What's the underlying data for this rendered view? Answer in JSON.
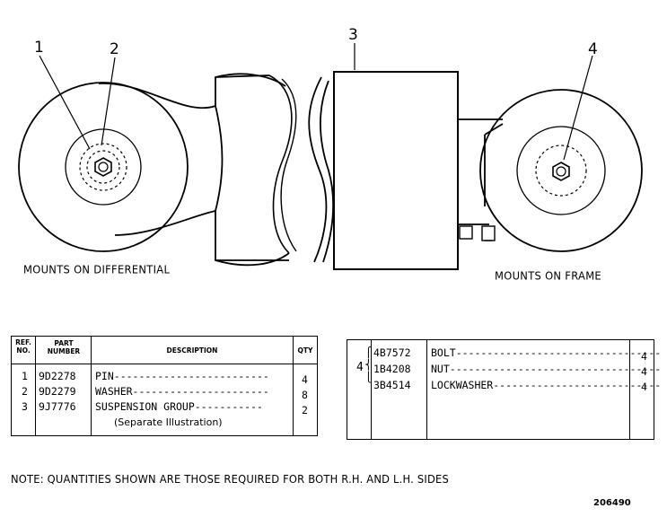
{
  "callouts": [
    "1",
    "2",
    "3",
    "4"
  ],
  "captions": {
    "left": "MOUNTS ON DIFFERENTIAL",
    "right": "MOUNTS ON FRAME"
  },
  "table_left": {
    "headers": {
      "ref": "REF. NO.",
      "part": "PART NUMBER",
      "desc": "DESCRIPTION",
      "qty": "QTY"
    },
    "rows": [
      {
        "ref": "1",
        "part": "9D2278",
        "desc": "PIN-------------------------",
        "qty": "4"
      },
      {
        "ref": "2",
        "part": "9D2279",
        "desc": "WASHER----------------------",
        "qty": "8"
      },
      {
        "ref": "3",
        "part": "9J7776",
        "desc": "SUSPENSION GROUP-----------",
        "qty": "2"
      }
    ],
    "note_row": "(Separate Illustration)"
  },
  "table_right": {
    "ref": "4",
    "rows": [
      {
        "part": "4B7572",
        "desc": "BOLT---------------------------------",
        "qty": "4"
      },
      {
        "part": "1B4208",
        "desc": "NUT----------------------------------",
        "qty": "4"
      },
      {
        "part": "3B4514",
        "desc": "LOCKWASHER---------------------------",
        "qty": "4"
      }
    ]
  },
  "note": "NOTE: QUANTITIES SHOWN ARE THOSE REQUIRED FOR BOTH R.H. AND L.H. SIDES",
  "doc_number": "206490"
}
